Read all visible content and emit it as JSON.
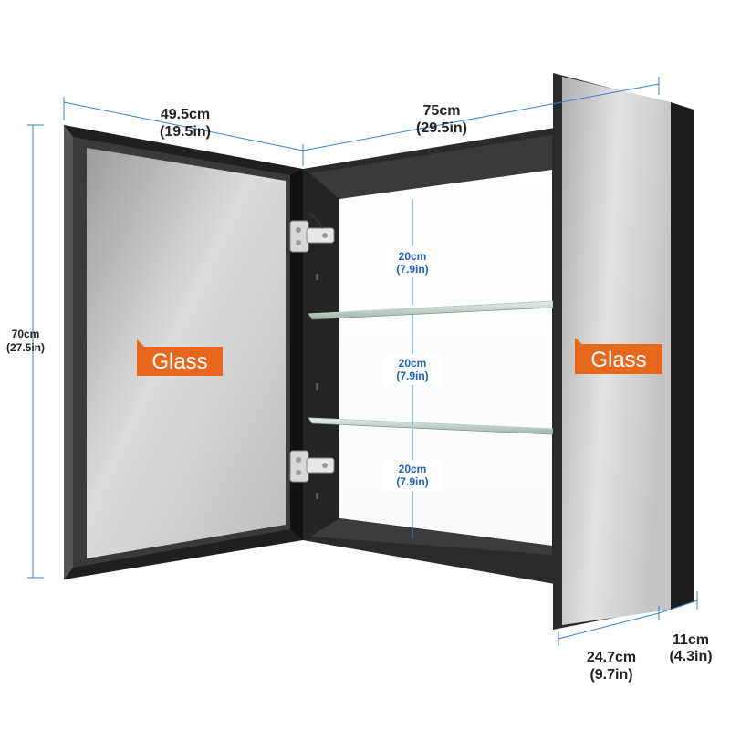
{
  "colors": {
    "dimension_line": "#3a7fd6",
    "shelf_label": "#1e5fbf",
    "tag_fill": "#e8671b",
    "frame": "#2a2a2a",
    "mirror": "#c9c9c9"
  },
  "icons": [
    "hinge-icon",
    "hinge-icon"
  ],
  "dimensions": {
    "door_width": {
      "metric": "49.5cm",
      "imperial": "(19.5in)"
    },
    "cabinet_width": {
      "metric": "75cm",
      "imperial": "(29.5in)"
    },
    "height": {
      "metric": "70cm",
      "imperial": "(27.5in)"
    },
    "depth": {
      "metric": "11cm",
      "imperial": "(4.3in)"
    },
    "side_width": {
      "metric": "24.7cm",
      "imperial": "(9.7in)"
    }
  },
  "shelf_spacing": [
    {
      "metric": "20cm",
      "imperial": "(7.9in)"
    },
    {
      "metric": "20cm",
      "imperial": "(7.9in)"
    },
    {
      "metric": "20cm",
      "imperial": "(7.9in)"
    }
  ],
  "tags": {
    "left": "Glass",
    "right": "Glass"
  }
}
